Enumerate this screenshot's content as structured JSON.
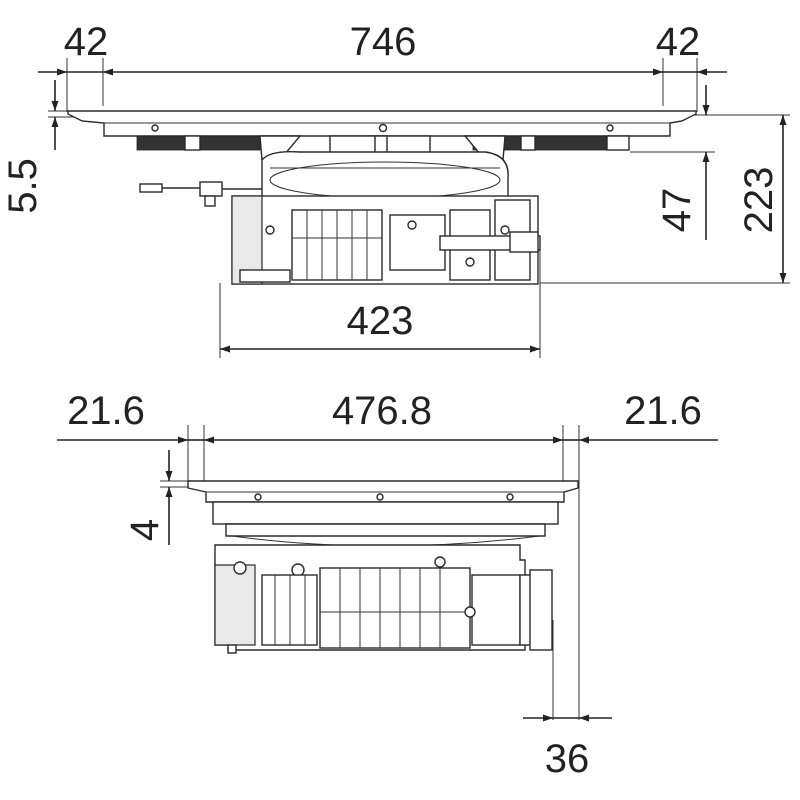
{
  "top_view": {
    "dims": {
      "overhang_left": "42",
      "width_overall": "746",
      "overhang_right": "42",
      "glass_thickness": "5.5",
      "below_worktop": "47",
      "total_height": "223",
      "cutout_width": "423"
    }
  },
  "side_view": {
    "dims": {
      "overhang_left": "21.6",
      "depth_overall": "476.8",
      "overhang_right": "21.6",
      "glass_thickness": "4",
      "rear_offset": "36"
    }
  }
}
